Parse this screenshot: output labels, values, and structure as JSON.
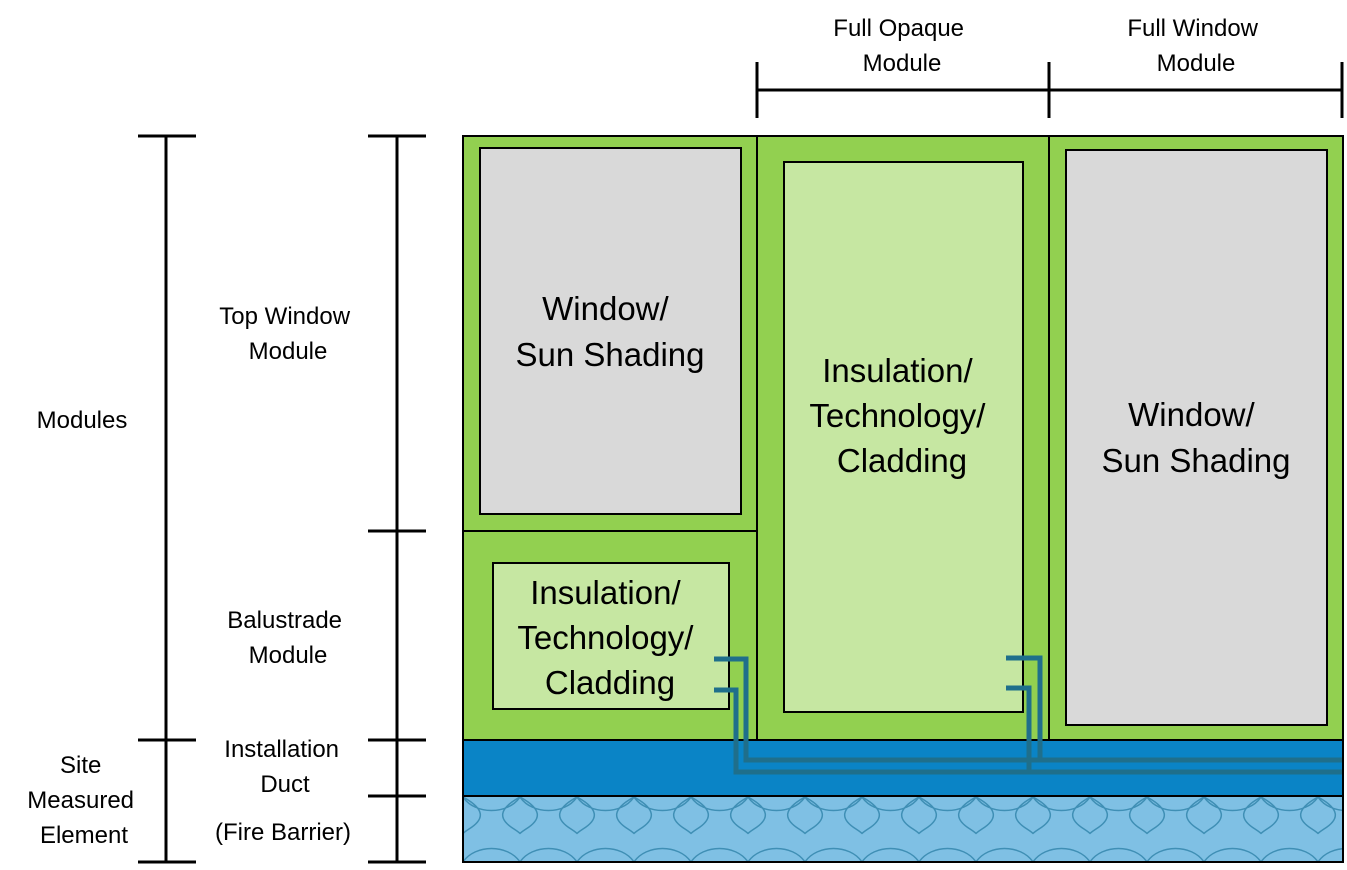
{
  "colors": {
    "module_green": "#92d050",
    "light_green": "#c6e7a2",
    "window_grey": "#d9d9d9",
    "duct_blue": "#0a84c6",
    "barrier_blue": "#7fc0e4",
    "pipe_blue": "#1f6f8b",
    "outline": "#000000"
  },
  "top_labels": {
    "opaque": [
      "Full Opaque",
      "Module"
    ],
    "window": [
      "Full Window",
      "Module"
    ]
  },
  "left_labels": {
    "modules": "Modules",
    "site": [
      "Site",
      "Measured",
      "Element"
    ],
    "top_window": [
      "Top Window",
      "Module"
    ],
    "balustrade": [
      "Balustrade",
      "Module"
    ],
    "duct": [
      "Installation",
      "Duct"
    ],
    "fire_barrier": "(Fire Barrier)"
  },
  "modules": {
    "top_window_box": [
      "Window/",
      "Sun Shading"
    ],
    "balustrade_box": [
      "Insulation/",
      "Technology/",
      "Cladding"
    ],
    "opaque_box": [
      "Insulation/",
      "Technology/",
      "Cladding"
    ],
    "window_box": [
      "Window/",
      "Sun Shading"
    ]
  }
}
